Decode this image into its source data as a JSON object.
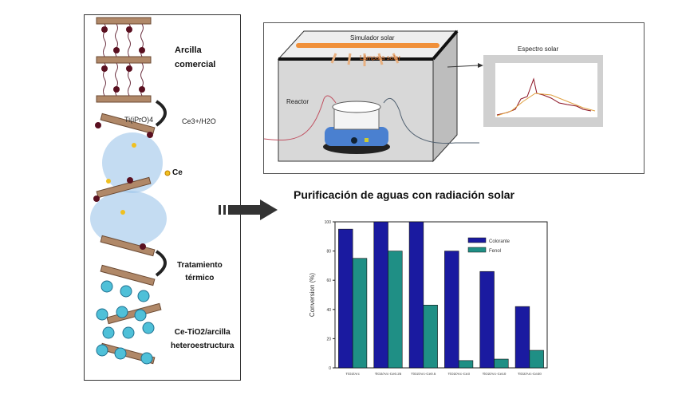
{
  "left_panel": {
    "label_clay": [
      "Arcilla",
      "comercial"
    ],
    "reagent_left": "Ti(iPrO)4",
    "reagent_right": "Ce3+/H2O",
    "ce_label": "Ce",
    "step2": [
      "Tratamiento",
      "térmico"
    ],
    "product": [
      "Ce-TiO2/arcilla",
      "heteroestructura"
    ]
  },
  "setup": {
    "simulator_label": "Simulador solar",
    "lamp_label": "Lámpara solar",
    "reactor_label": "Reactor",
    "spectrum_label": "Espectro solar"
  },
  "main_title": "Purificación de aguas con radiación solar",
  "colors": {
    "colorante": "#1a1aa0",
    "fenol": "#1f8f85",
    "lamp": "#f0903a"
  },
  "chart_data": {
    "type": "bar",
    "title": "",
    "xlabel": "",
    "ylabel": "Conversion (%)",
    "ylim": [
      0,
      100
    ],
    "yticks": [
      0,
      20,
      40,
      60,
      80,
      100
    ],
    "categories": [
      "TiO2/Arc",
      "TiO2/Arc-Ce0.25",
      "TiO2/Arc-Ce0.5",
      "TiO2/Arc-Ce3",
      "TiO2/Arc-Ce10",
      "TiO2/Arc-Ce20"
    ],
    "series": [
      {
        "name": "Colorante",
        "values": [
          95,
          100,
          100,
          80,
          66,
          42
        ]
      },
      {
        "name": "Fenol",
        "values": [
          75,
          80,
          43,
          5,
          6,
          12
        ]
      }
    ],
    "legend": "top-right"
  }
}
